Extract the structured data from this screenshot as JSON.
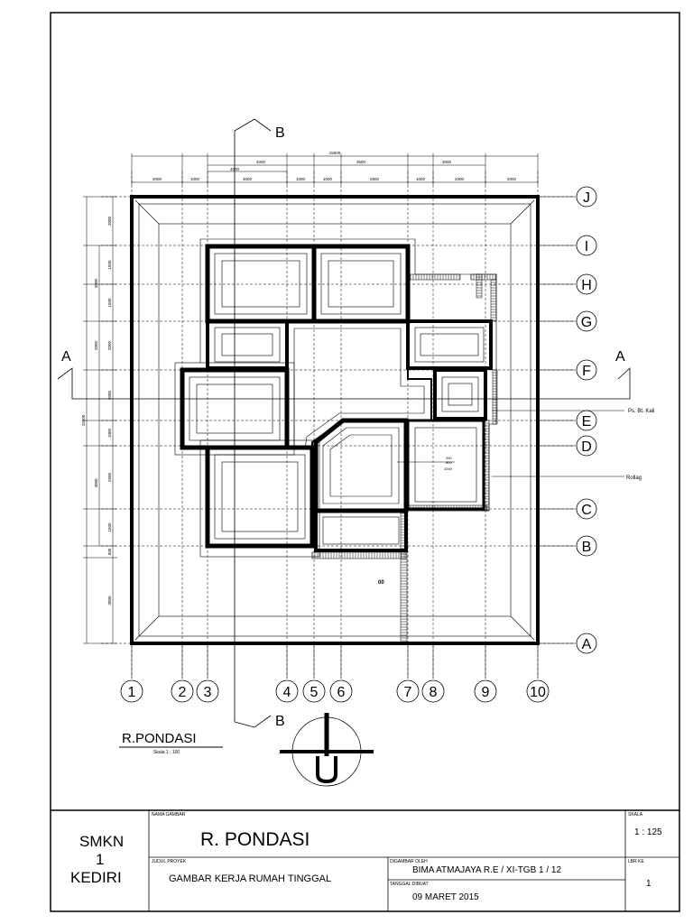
{
  "plan": {
    "title": "R.PONDASI",
    "scale_note": "Skala 1 : 100",
    "grid_numbers": [
      "1",
      "2",
      "3",
      "4",
      "5",
      "6",
      "7",
      "8",
      "9",
      "10"
    ],
    "grid_letters": [
      "J",
      "I",
      "H",
      "G",
      "F",
      "E",
      "D",
      "C",
      "B",
      "A"
    ],
    "section_marks": {
      "a": "A",
      "b": "B"
    },
    "dims_top_total": "15500",
    "dims_top_mid": [
      "4000",
      "3500",
      "3000"
    ],
    "dims_top_sub": "4000",
    "dims_top_row": [
      "2000",
      "1000",
      "3000",
      "1000",
      "1000",
      "2500",
      "1000",
      "2000",
      "2000"
    ],
    "dims_left_total": "15500",
    "dims_left_mid": [
      "3000",
      "2000",
      "4000"
    ],
    "dims_left_row": [
      "2000",
      "1500",
      "1500",
      "2000",
      "2000",
      "1000",
      "2500",
      "1500",
      "500",
      "3000"
    ],
    "labels": {
      "ps_bt_kali": "Ps. Bt. Kali",
      "rollag": "Rollag",
      "small_dims": [
        "250",
        "800",
        "1000"
      ],
      "room_mark": "00"
    }
  },
  "title_block": {
    "school": [
      "SMKN",
      "1",
      "KEDIRI"
    ],
    "nama_gambar_label": "NAMA GAMBAR",
    "nama_gambar": "R. PONDASI",
    "judul_label": "JUDUL PROYEK",
    "judul": "GAMBAR KERJA RUMAH TINGGAL",
    "digambar_label": "DIGAMBAR OLEH",
    "digambar": "BIMA ATMAJAYA R.E / XI-TGB 1 / 12",
    "tanggal_label": "TANGGAL DIBUAT",
    "tanggal": "09 MARET 2015",
    "skala_label": "SKALA",
    "skala": "1 : 125",
    "lbr_label": "LBR KE",
    "lbr": "1"
  }
}
